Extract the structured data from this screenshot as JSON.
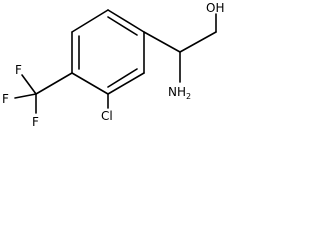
{
  "molecule": {
    "atoms": {
      "hydroxyl": "OH",
      "amino": "NH",
      "amino_subscript": "2",
      "chloro": "Cl",
      "fluoro_top": "F",
      "fluoro_left": "F",
      "fluoro_bottom": "F"
    }
  }
}
